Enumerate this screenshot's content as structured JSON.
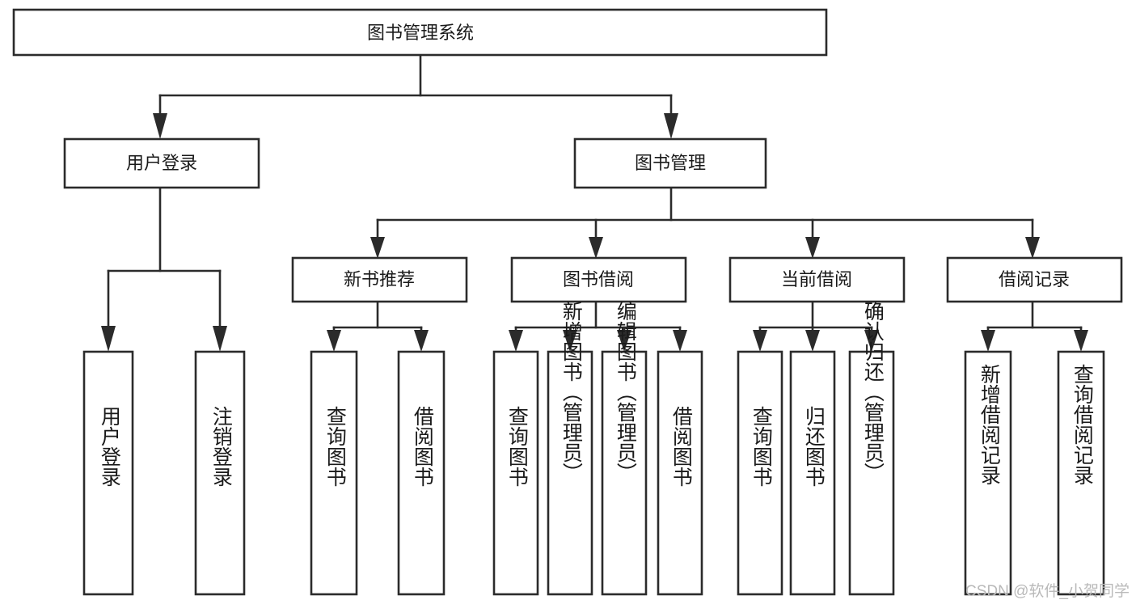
{
  "diagram": {
    "type": "tree-hierarchy",
    "title": "图书管理系统",
    "orientation": "top-down",
    "watermark": "CSDN @软件_小贺同学",
    "colors": {
      "stroke": "#2b2b2b",
      "fill": "#ffffff",
      "text": "#1a1a1a",
      "watermark": "#b9b9b9"
    },
    "root": {
      "id": "root",
      "label": "图书管理系统"
    },
    "level2": [
      {
        "id": "user-login",
        "label": "用户登录"
      },
      {
        "id": "book-manage",
        "label": "图书管理"
      }
    ],
    "level3": [
      {
        "id": "new-book-recommend",
        "label": "新书推荐",
        "parent": "book-manage"
      },
      {
        "id": "book-borrow",
        "label": "图书借阅",
        "parent": "book-manage"
      },
      {
        "id": "current-borrow",
        "label": "当前借阅",
        "parent": "book-manage"
      },
      {
        "id": "borrow-record",
        "label": "借阅记录",
        "parent": "book-manage"
      }
    ],
    "leaves": [
      {
        "id": "leaf-user-login",
        "label": "用户登录",
        "parent": "user-login"
      },
      {
        "id": "leaf-logout-login",
        "label": "注销登录",
        "parent": "user-login"
      },
      {
        "id": "leaf-query-book-1",
        "label": "查询图书",
        "parent": "new-book-recommend"
      },
      {
        "id": "leaf-borrow-book-1",
        "label": "借阅图书",
        "parent": "new-book-recommend"
      },
      {
        "id": "leaf-query-book-2",
        "label": "查询图书",
        "parent": "book-borrow"
      },
      {
        "id": "leaf-add-book",
        "label": "新增图书（管理员）",
        "parent": "book-borrow"
      },
      {
        "id": "leaf-edit-book",
        "label": "编辑图书（管理员）",
        "parent": "book-borrow"
      },
      {
        "id": "leaf-borrow-book-2",
        "label": "借阅图书",
        "parent": "book-borrow"
      },
      {
        "id": "leaf-query-book-3",
        "label": "查询图书",
        "parent": "current-borrow"
      },
      {
        "id": "leaf-return-book",
        "label": "归还图书",
        "parent": "current-borrow"
      },
      {
        "id": "leaf-confirm-return",
        "label": "确认归还（管理员）",
        "parent": "current-borrow"
      },
      {
        "id": "leaf-add-record",
        "label": "新增借阅记录",
        "parent": "borrow-record"
      },
      {
        "id": "leaf-query-record",
        "label": "查询借阅记录",
        "parent": "borrow-record"
      }
    ]
  }
}
